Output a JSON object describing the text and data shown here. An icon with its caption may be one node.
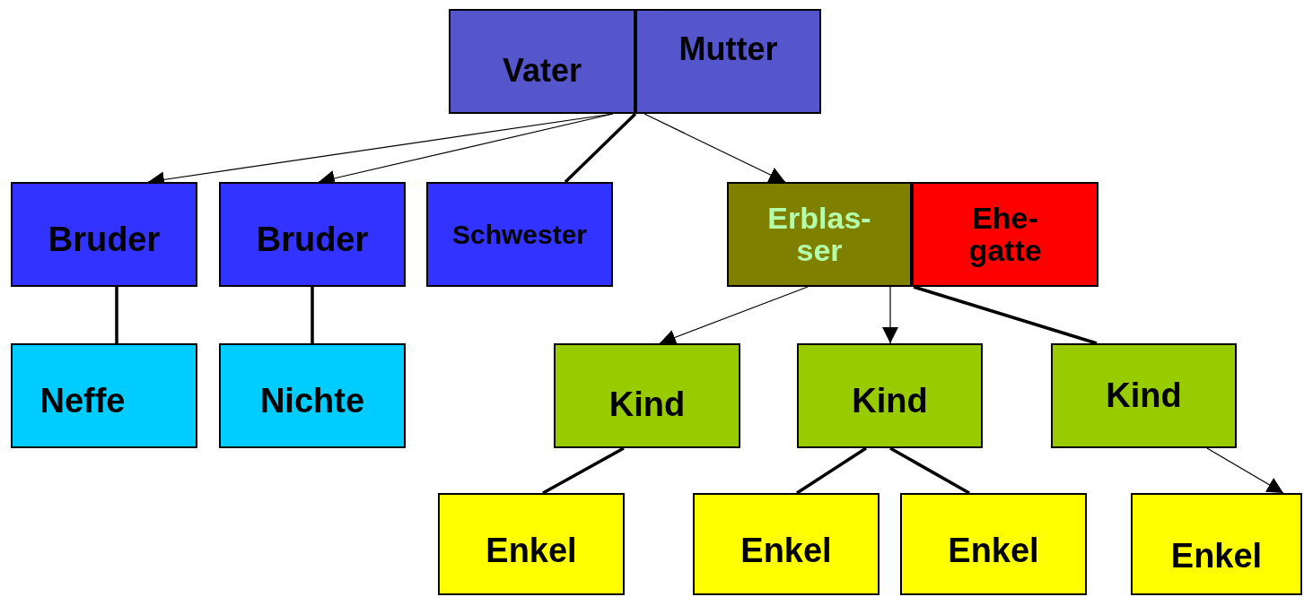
{
  "diagram": {
    "nodes": [
      {
        "text": [
          "Vater"
        ]
      },
      {
        "text": [
          "Mutter"
        ]
      },
      {
        "text": [
          "Bruder"
        ]
      },
      {
        "text": [
          "Bruder"
        ]
      },
      {
        "text": [
          "Schwester"
        ]
      },
      {
        "text": [
          "Erblas- ser"
        ]
      },
      {
        "text": [
          "Ehe- gatte"
        ]
      },
      {
        "text": [
          "Neffe"
        ]
      },
      {
        "text": [
          "Nichte"
        ]
      },
      {
        "text": [
          "Kind"
        ]
      },
      {
        "text": [
          "Kind"
        ]
      },
      {
        "text": [
          "Kind"
        ]
      },
      {
        "text": [
          "Enkel"
        ]
      },
      {
        "text": [
          "Enkel"
        ]
      },
      {
        "text": [
          "Enkel"
        ]
      },
      {
        "text": [
          "Enkel"
        ]
      }
    ],
    "edges": [
      {
        "from": 0,
        "to": 2,
        "arrow": "to"
      },
      {
        "from": 0,
        "to": 3,
        "arrow": "to"
      },
      {
        "from": 0,
        "to": 4,
        "arrow": "none"
      },
      {
        "from": 1,
        "to": 5,
        "arrow": "to"
      },
      {
        "from": 2,
        "to": 7,
        "arrow": "none"
      },
      {
        "from": 3,
        "to": 8,
        "arrow": "none"
      },
      {
        "from": 5,
        "to": 9,
        "arrow": "to"
      },
      {
        "from": 5,
        "to": 10,
        "arrow": "to"
      },
      {
        "from": 6,
        "to": 11,
        "arrow": "none"
      },
      {
        "from": 9,
        "to": 12,
        "arrow": "none"
      },
      {
        "from": 10,
        "to": 13,
        "arrow": "none"
      },
      {
        "from": 10,
        "to": 14,
        "arrow": "none"
      },
      {
        "from": 11,
        "to": 15,
        "arrow": "to"
      }
    ]
  }
}
